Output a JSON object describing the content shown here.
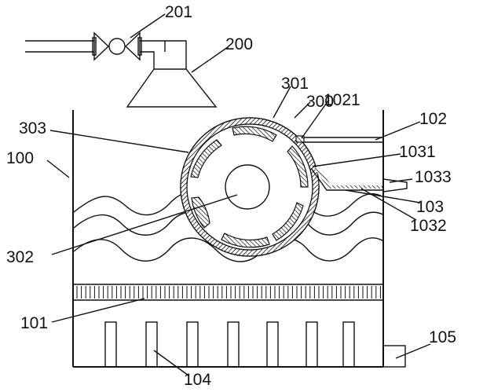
{
  "labels": {
    "l201": "201",
    "l200": "200",
    "l301": "301",
    "l1021": "1021",
    "l300": "300",
    "l102": "102",
    "l303": "303",
    "l1031": "1031",
    "l100": "100",
    "l1033": "1033",
    "l103": "103",
    "l1032": "1032",
    "l302": "302",
    "l101": "101",
    "l105": "105",
    "l104": "104"
  },
  "colors": {
    "stroke": "#111111",
    "hatch": "#111111",
    "background": "#ffffff"
  }
}
